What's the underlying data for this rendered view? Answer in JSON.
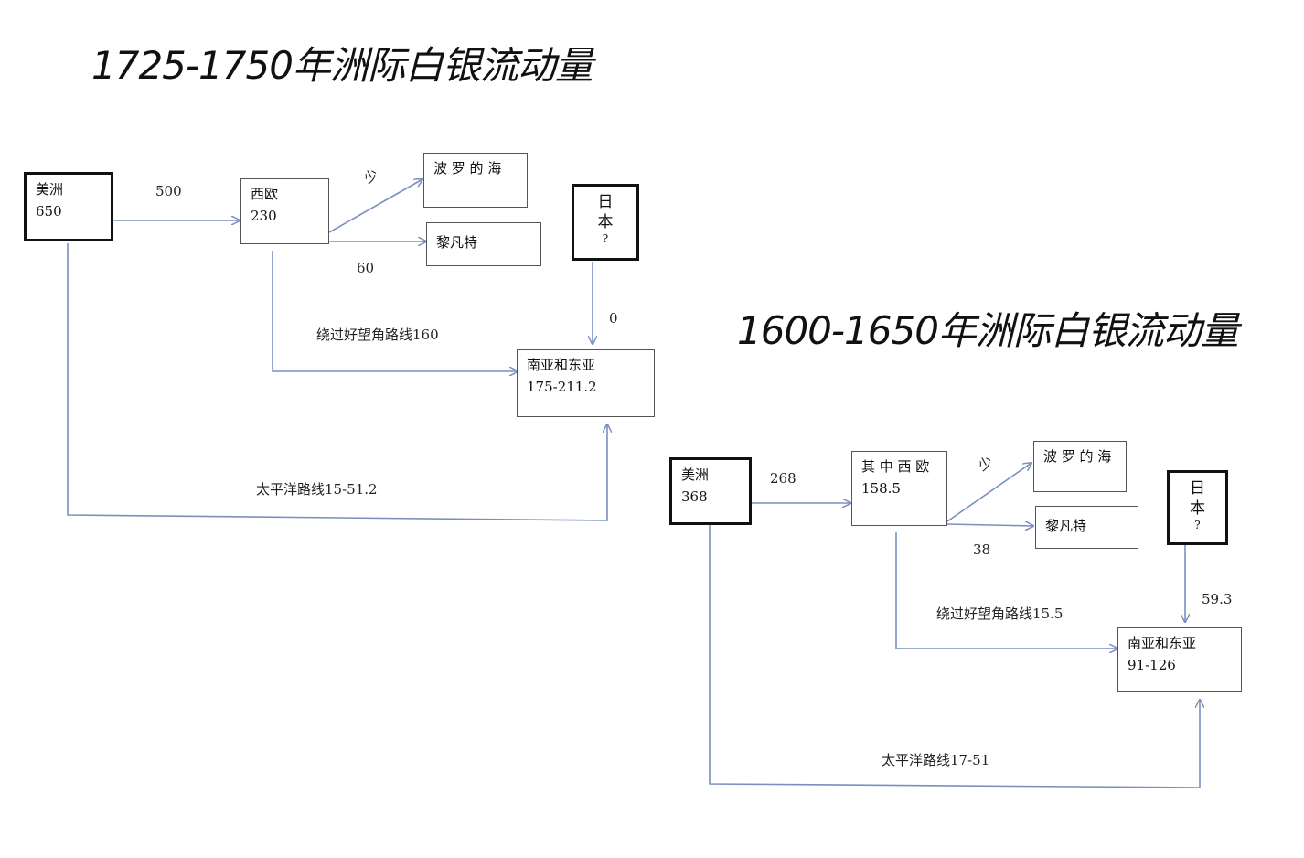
{
  "diagrams": [
    {
      "title": "1725-1750年洲际白银流动量",
      "nodes": {
        "americas": {
          "name": "美洲",
          "value": "650"
        },
        "western_europe": {
          "name": "西欧",
          "value": "230"
        },
        "baltic": {
          "name": "波 罗 的 海"
        },
        "levant": {
          "name": "黎凡特"
        },
        "japan": {
          "name": "日本",
          "value": "?"
        },
        "south_east_asia": {
          "name": "南亚和东亚",
          "value": "175-211.2"
        }
      },
      "flows": {
        "americas_to_europe": "500",
        "europe_to_baltic": "少",
        "europe_to_levant": "60",
        "japan_to_asia": "0",
        "cape_route": "绕过好望角路线160",
        "pacific_route": "太平洋路线15-51.2"
      }
    },
    {
      "title": "1600-1650年洲际白银流动量",
      "nodes": {
        "americas": {
          "name": "美洲",
          "value": "368"
        },
        "western_europe": {
          "name": "其 中 西 欧",
          "value": "158.5"
        },
        "baltic": {
          "name": "波 罗 的 海"
        },
        "levant": {
          "name": "黎凡特"
        },
        "japan": {
          "name": "日本",
          "value": "?"
        },
        "south_east_asia": {
          "name": "南亚和东亚",
          "value": "91-126"
        }
      },
      "flows": {
        "americas_to_europe": "268",
        "europe_to_baltic": "少",
        "europe_to_levant": "38",
        "japan_to_asia": "59.3",
        "cape_route": "绕过好望角路线15.5",
        "pacific_route": "太平洋路线17-51"
      }
    }
  ]
}
